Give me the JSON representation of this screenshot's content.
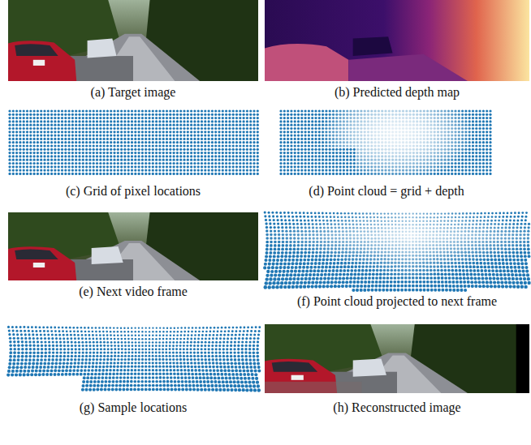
{
  "diagram": {
    "labels": [
      "(a) Target image",
      "(b) Predicted depth map",
      "(c) Grid of pixel locations",
      "(d) Point cloud = grid + depth",
      "(e) Next video frame",
      "(f) Point cloud projected to next frame",
      "(g) Sample locations",
      "(h) Reconstructed image"
    ]
  }
}
